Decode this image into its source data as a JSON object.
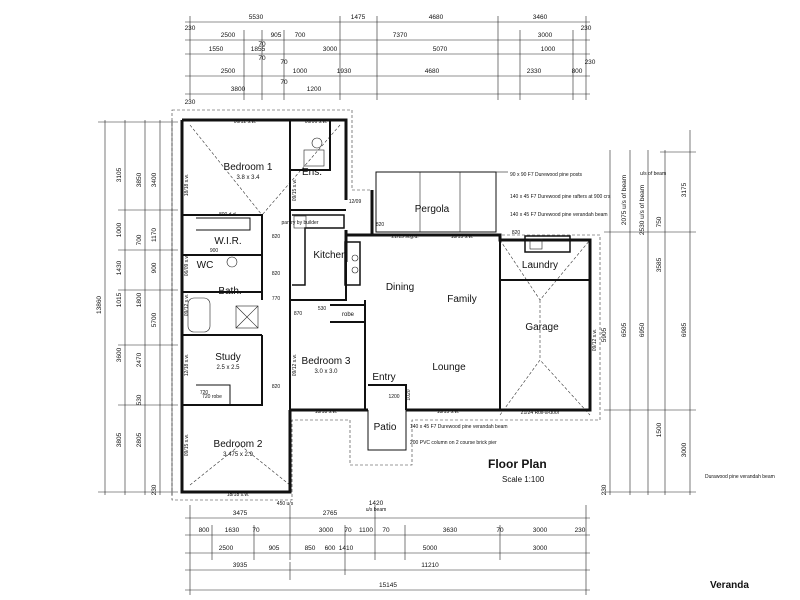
{
  "rooms": {
    "bedroom1": {
      "name": "Bedroom 1",
      "size": "3.8 x 3.4"
    },
    "ensuite": "Ens.",
    "wir": "W.I.R.",
    "wc": "WC",
    "bath": "Bath.",
    "study": {
      "name": "Study",
      "size": "2.5 x 2.5"
    },
    "bedroom2": {
      "name": "Bedroom 2",
      "size": "3.475 x 2.9"
    },
    "kitchen": "Kitchen",
    "pantry": "pantry by builder",
    "bedroom3": {
      "name": "Bedroom 3",
      "size": "3.0 x 3.0"
    },
    "robe": "robe",
    "pergola": "Pergola",
    "dining": "Dining",
    "family": "Family",
    "lounge": "Lounge",
    "entry": "Entry",
    "patio": "Patio",
    "laundry": "Laundry",
    "garage": "Garage"
  },
  "title": {
    "text": "Floor Plan",
    "scale": "Scale 1:100"
  },
  "footer_label": "Veranda",
  "notes": {
    "pine_posts": "90 x 90 F7 Durewood pine posts",
    "pine_rafters": "140 x 45 F7 Durewood pine rafters at 900 crs",
    "verandah_beam": "140 x 45 F7 Durewood pine verandah beam",
    "patio_beam": "140 x 45 F7 Durewood pine verandah beam",
    "pvc_column": "200 PVC column on 2 course brick pier",
    "right_note": "Durawood pine verandah beam",
    "roller_door": "21/24 Roll-a-door",
    "uv_beam": "u/s of beam"
  },
  "top_dims": {
    "row1": [
      "5530",
      "1475",
      "4680",
      "3460"
    ],
    "row2": [
      "2500",
      "905",
      "700",
      "7370",
      "3000"
    ],
    "row3": [
      "1550",
      "1855",
      "3000",
      "5070",
      "1000"
    ],
    "row4": [
      "2500",
      "1000",
      "1930",
      "4680",
      "2330",
      "800"
    ],
    "row5": [
      "3800",
      "1200"
    ],
    "small": [
      "230",
      "70",
      "70",
      "70",
      "70",
      "230",
      "230",
      "230"
    ]
  },
  "bottom_dims": {
    "row1": [
      "3475",
      "2765"
    ],
    "row2": [
      "800",
      "1630",
      "70",
      "3000",
      "70",
      "1100",
      "70",
      "3630",
      "70",
      "3000",
      "230"
    ],
    "row3": [
      "2500",
      "905",
      "850",
      "600",
      "1410",
      "5000",
      "3000"
    ],
    "row4": [
      "3935",
      "11210"
    ],
    "row5": [
      "15145"
    ],
    "beam": [
      "1420",
      "u/s beam",
      "450 u/s"
    ]
  },
  "left_dims": [
    "3105",
    "1000",
    "1430",
    "1015",
    "1800",
    "3600",
    "2470",
    "3805",
    "2805",
    "13860",
    "5700",
    "3400",
    "3850",
    "1170",
    "700",
    "900",
    "530",
    "230"
  ],
  "right_dims": [
    "3175",
    "2075 u/s of beam",
    "2530 u/s of beam",
    "750",
    "3585",
    "5905",
    "6505",
    "6950",
    "6985",
    "1500",
    "3000",
    "230"
  ],
  "window_codes": [
    "06/12 s.w.",
    "06/06 s.w.",
    "18/18 s.w.",
    "12/09",
    "21/15 sl.g.d.",
    "18/15 s.w.",
    "18/18 s.w.",
    "18/15 s.w.",
    "09/12 s.w.",
    "06/09 s.w.",
    "09/12 s.w.",
    "12/18 s.w.",
    "09/15 s.w.",
    "18/18 s.w.",
    "09/12 s.w.",
    "09/15 s.w."
  ],
  "door_codes": [
    "820",
    "820",
    "770",
    "720",
    "820",
    "820",
    "1020",
    "820",
    "870"
  ],
  "fixture_codes": [
    "800 d.d.",
    "530",
    "900",
    "720 robe",
    "1200"
  ]
}
